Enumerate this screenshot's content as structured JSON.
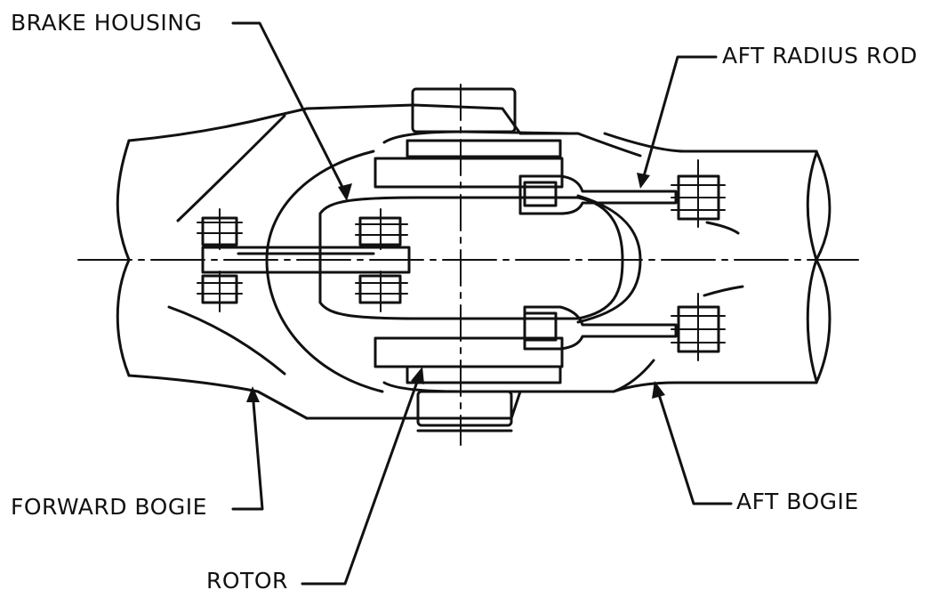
{
  "labels": {
    "brake_housing": "BRAKE HOUSING",
    "aft_radius_rod": "AFT RADIUS ROD",
    "forward_bogie": "FORWARD BOGIE",
    "aft_bogie": "AFT BOGIE",
    "rotor": "ROTOR"
  }
}
